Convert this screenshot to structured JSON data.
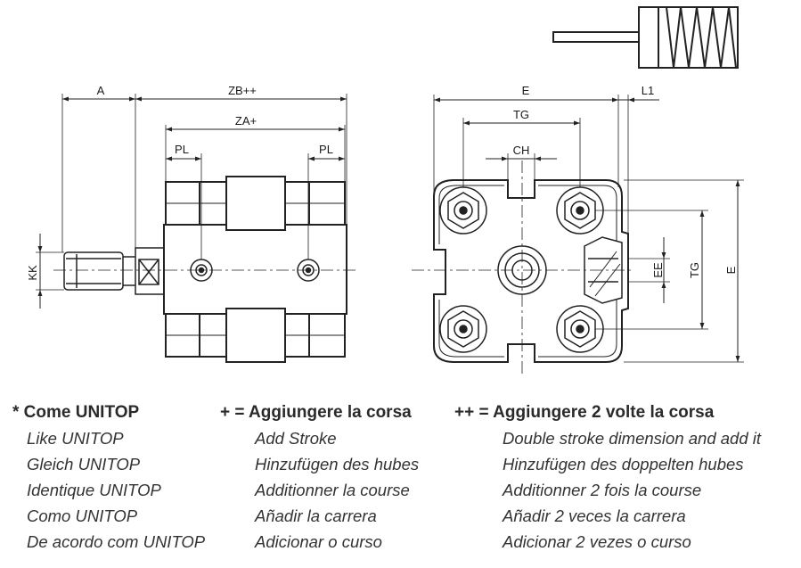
{
  "dimensions": {
    "a": "A",
    "zb": "ZB++",
    "za": "ZA+",
    "pl_left": "PL",
    "pl_right": "PL",
    "kk": "KK",
    "e_top": "E",
    "l1": "L1",
    "tg_top": "TG",
    "ch": "CH",
    "ee": "EE",
    "tg_side": "TG",
    "e_side": "E"
  },
  "legend": {
    "col1": {
      "heading": "* Come UNITOP",
      "items": [
        "Like UNITOP",
        "Gleich UNITOP",
        "Identique UNITOP",
        "Como UNITOP",
        "De acordo com UNITOP"
      ]
    },
    "col2": {
      "heading": "+ = Aggiungere la corsa",
      "items": [
        "Add Stroke",
        "Hinzufügen des hubes",
        "Additionner la course",
        "Añadir la carrera",
        "Adicionar o curso"
      ]
    },
    "col3": {
      "heading": "++ = Aggiungere 2 volte la corsa",
      "items": [
        "Double stroke dimension and add it",
        "Hinzufügen des doppelten hubes",
        "Additionner 2 fois la course",
        "Añadir 2 veces la carrera",
        "Adicionar 2 vezes o curso"
      ]
    }
  }
}
